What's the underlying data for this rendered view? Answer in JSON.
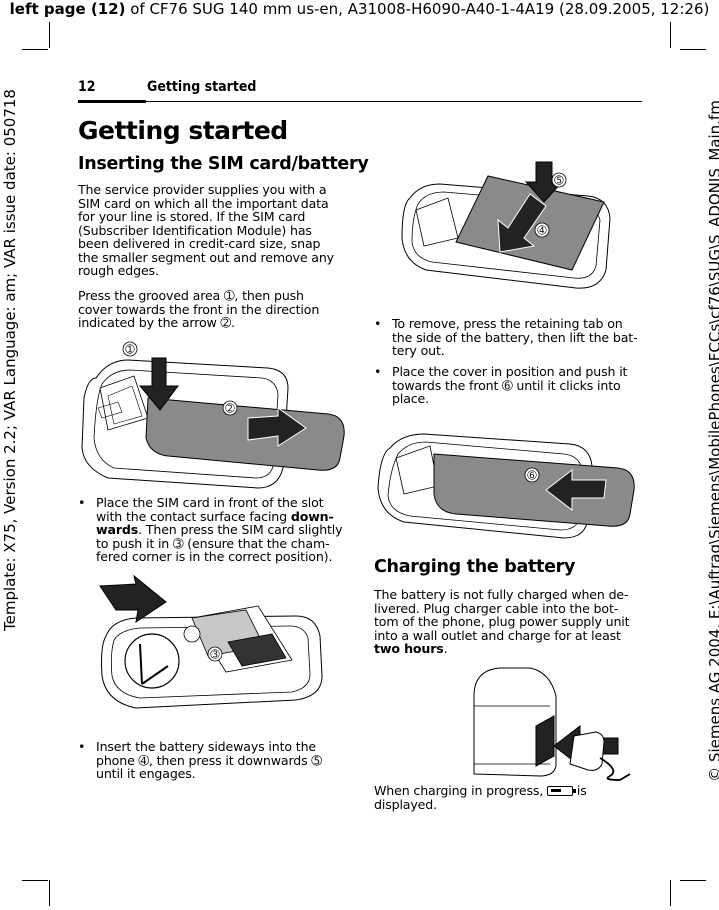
{
  "header": {
    "prefix": "left page (12)",
    "rest": " of CF76 SUG 140 mm us-en, A31008-H6090-A40-1-4A19 (28.09.2005, 12:26)"
  },
  "side_left": "Template: X75, Version 2.2; VAR Language: am; VAR issue date: 050718",
  "side_right": "© Siemens AG 2004, E:\\Auftrag\\Siemens\\MobilePhones\\FCCs\\cf76\\SUG\\S_ADONIS_Main.fm",
  "running_head": {
    "page_number": "12",
    "title": "Getting started"
  },
  "main_title": "Getting started",
  "section1": {
    "heading": "Inserting the SIM card/battery",
    "para1_lines": [
      "The service provider supplies you with a",
      "SIM card on which all the important data",
      "for your line is stored. If the SIM card",
      "(Subscriber Identification Module) has",
      "been delivered in credit-card size, snap",
      "the smaller segment out and remove any",
      "rough edges."
    ],
    "para2_lines": [
      "Press the grooved area ➀, then push",
      "cover towards the front in the direction",
      "indicated by the arrow ➁."
    ],
    "bullet1_lines": [
      "Place the SIM card in front of the slot",
      "with the contact surface facing ",
      "wards",
      ". Then press the SIM card slightly",
      "to push it in ➂ (ensure that the cham-",
      "fered corner is in the correct position)."
    ],
    "bullet1_bold_a": "down-",
    "bullet2_lines": [
      "Insert the battery sideways into the",
      "phone ➃, then press it downwards ➄",
      "until it engages."
    ],
    "bullet3_lines": [
      "To remove, press the retaining tab on",
      "the side of the battery, then lift the bat-",
      "tery out."
    ],
    "bullet4_lines": [
      "Place the cover in position and push it",
      "towards the front ➅ until it clicks into",
      "place."
    ]
  },
  "section2": {
    "heading": "Charging the battery",
    "para_lines": [
      "The battery is not fully charged when de-",
      "livered. Plug charger cable into the bot-",
      "tom of the phone, plug power supply unit",
      "into a wall outlet and charge for at least"
    ],
    "para_bold": "two hours",
    "para_end": ".",
    "charging_a": "When charging in progress, ",
    "charging_b": " is",
    "charging_c": "displayed."
  },
  "figure_labels": {
    "n1": "➀",
    "n2": "➁",
    "n3": "➂",
    "n4": "➃",
    "n5": "➄",
    "n6": "➅"
  },
  "bullet_char": "•"
}
